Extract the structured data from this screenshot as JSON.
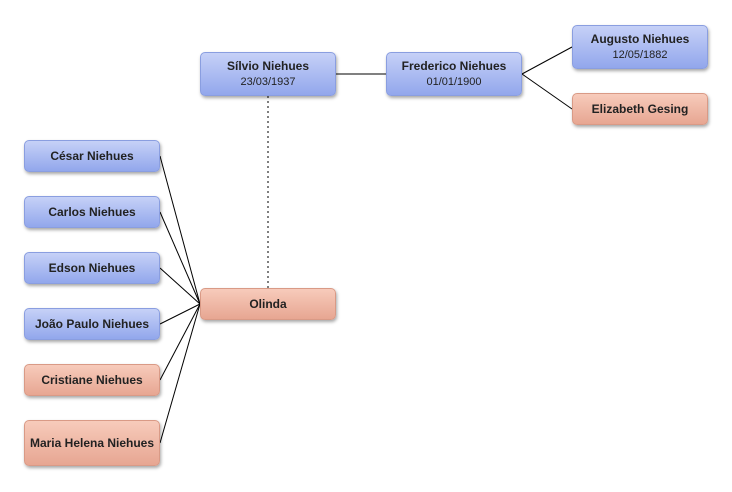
{
  "people": {
    "silvio": {
      "name": "Sílvio Niehues",
      "date": "23/03/1937",
      "sex": "male"
    },
    "frederico": {
      "name": "Frederico Niehues",
      "date": "01/01/1900",
      "sex": "male"
    },
    "augusto": {
      "name": "Augusto Niehues",
      "date": "12/05/1882",
      "sex": "male"
    },
    "elizabeth": {
      "name": "Elizabeth Gesing",
      "sex": "female"
    },
    "olinda": {
      "name": "Olinda",
      "sex": "female"
    },
    "cesar": {
      "name": "César Niehues",
      "sex": "male"
    },
    "carlos": {
      "name": "Carlos Niehues",
      "sex": "male"
    },
    "edson": {
      "name": "Edson Niehues",
      "sex": "male"
    },
    "joao": {
      "name": "João Paulo Niehues",
      "sex": "male"
    },
    "cristiane": {
      "name": "Cristiane Niehues",
      "sex": "female"
    },
    "maria": {
      "name": "Maria Helena Niehues",
      "sex": "female"
    }
  },
  "colors": {
    "male": "#a8b8f0",
    "female": "#efb8a5",
    "line": "#000000"
  },
  "relations": {
    "parents": [
      {
        "child": "silvio",
        "parent": "frederico"
      },
      {
        "child": "frederico",
        "parent": "augusto"
      },
      {
        "child": "frederico",
        "parent": "elizabeth"
      },
      {
        "child": "cesar",
        "parent": "olinda"
      },
      {
        "child": "carlos",
        "parent": "olinda"
      },
      {
        "child": "edson",
        "parent": "olinda"
      },
      {
        "child": "joao",
        "parent": "olinda"
      },
      {
        "child": "cristiane",
        "parent": "olinda"
      },
      {
        "child": "maria",
        "parent": "olinda"
      }
    ],
    "spouses": [
      {
        "a": "silvio",
        "b": "olinda",
        "style": "dotted"
      }
    ]
  }
}
